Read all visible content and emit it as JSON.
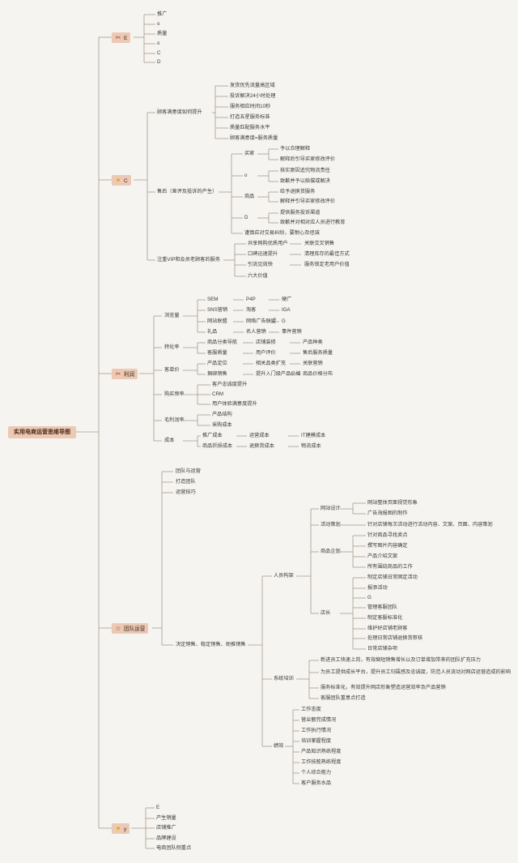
{
  "root": "实用电商运营思维导图",
  "colors": {
    "line": "#a89a8c",
    "node_bg": "#ecc9b4",
    "page_bg": "#f6f4f0"
  },
  "branches": [
    {
      "key": "e",
      "label": "E",
      "icon": "tools-icon",
      "items": [
        "推广",
        "o",
        "质量",
        "o",
        "C",
        "D"
      ]
    },
    {
      "key": "c",
      "label": "C",
      "icon": "heart-icon",
      "sections": [
        {
          "label": "顾客满意度如何提升",
          "items": [
            "发货优先流量高区域",
            "投诉解决24小时处理",
            "服务相应时间10秒",
            "打造五星服务标准",
            "质量匹配服务水平",
            "顾客满意度=服务质量"
          ]
        },
        {
          "label": "售后（差评及投诉的产生）",
          "groups": [
            {
              "label": "买家",
              "items": [
                "予以合理解释",
                "解释后引导买家修改评价"
              ]
            },
            {
              "label": "o",
              "items": [
                "核实原因追究物流责任",
                "致歉并予以赔偿或解决"
              ]
            },
            {
              "label": "商品",
              "items": [
                "给予退换货服务",
                "解释并引导买家修改评价"
              ]
            },
            {
              "label": "D",
              "items": [
                "提供服务投诉渠道",
                "致歉并对相对应人员进行教育"
              ]
            },
            {
              "label": "谨慎应对交易纠纷，要耐心及坦诚",
              "items": []
            }
          ]
        },
        {
          "label": "注重VIP和会员老顾客的服务",
          "rows": [
            [
              "共享网购优质用户",
              "关联交叉销售"
            ],
            [
              "口碑迅速提升",
              "清理库存的最佳方式"
            ],
            [
              "引流见效快",
              "服务锁定老用户价值"
            ],
            [
              "六大价值"
            ]
          ]
        }
      ]
    },
    {
      "key": "profit",
      "label": "利润",
      "icon": "tools-icon",
      "sections": [
        {
          "label": "浏览量",
          "rows": [
            [
              "SEM",
              "P4P",
              "硬广"
            ],
            [
              "SNS营销",
              "淘客",
              "IGA"
            ],
            [
              "网站联盟",
              "网络广告联盟",
              "G"
            ],
            [
              "礼品",
              "名人营销",
              "事件营销"
            ]
          ]
        },
        {
          "label": "转化率",
          "rows": [
            [
              "商品分类导航",
              "店铺装修",
              "产品种类"
            ],
            [
              "客服质量",
              "用户评价",
              "售后服务质量"
            ]
          ]
        },
        {
          "label": "客单价",
          "rows": [
            [
              "产品定位",
              "相关品类扩充",
              "关联营销"
            ],
            [
              "捆绑销售",
              "提升入门级产品价格",
              "商品价格分布"
            ]
          ]
        },
        {
          "label": "购买频率",
          "rows": [
            [
              "客户忠诚度提升"
            ],
            [
              "CRM"
            ],
            [
              "用户体验满意度提升"
            ]
          ]
        },
        {
          "label": "毛利润率",
          "rows": [
            [
              "产品结构"
            ],
            [
              "采购成本"
            ]
          ]
        },
        {
          "label": "成本",
          "rows": [
            [
              "推广成本",
              "运营成本",
              "IT建模成本"
            ],
            [
              "商品折损成本",
              "退换货成本",
              "物流成本"
            ]
          ]
        }
      ]
    },
    {
      "key": "team",
      "label": "团队运营",
      "icon": "star-icon",
      "top_items": [
        "团队与运营",
        "打造团队",
        "运营技巧"
      ],
      "decision": "决定销售、稳定销售、助推销售",
      "sections": [
        {
          "label": "人员构架",
          "groups": [
            {
              "label": "网站设计",
              "items": [
                "网站整体页面视觉形象",
                "广告海报图的制作"
              ]
            },
            {
              "label": "活动策划",
              "items": [
                "针对店铺每次活动进行活动内容、文案、页面、内容策划"
              ]
            },
            {
              "label": "商品企划",
              "items": [
                "针对商品寻找卖点",
                "撰写图片内容确定",
                "产品介绍文案",
                "所有围绕商品的工作"
              ]
            },
            {
              "label": "店长",
              "items": [
                "制定店铺日常固定活动",
                "报添活动",
                "G",
                "管理客服团队",
                "制定客服标准化",
                "维护好店铺老顾客",
                "处理日常店铺退换货审核",
                "日常店铺杂项"
              ]
            }
          ]
        },
        {
          "label": "系统培训",
          "items": [
            "新进员工快速上岗，有效缩短销售增长以及订单增加带来的团队扩充压力",
            "为员工提供成长平台，提升员工归属感及忠诚度，防范人员流动对网店运营造成的影响",
            "服务标准化，有效提升网店形象塑造运营效率及产品营销",
            "客服团队重意点打造"
          ]
        },
        {
          "label": "绩效",
          "items": [
            "工作态度",
            "营业额完成情况",
            "工作执行情况",
            "培训掌握程度",
            "产品知识熟练程度",
            "工作技能熟练程度",
            "个人综合能力",
            "客户服务水品"
          ]
        }
      ]
    },
    {
      "key": "y",
      "label": "y",
      "icon": "heart-icon",
      "items": [
        "E",
        "产生销量",
        "店铺推广",
        "品牌建设",
        "电商团队侧重点"
      ]
    }
  ]
}
